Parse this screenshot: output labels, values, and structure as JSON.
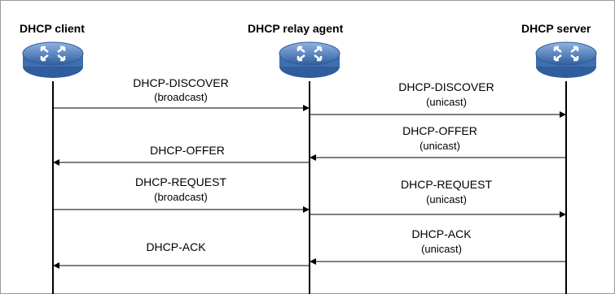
{
  "actors": [
    {
      "id": "client",
      "title": "DHCP client",
      "icon": "router-icon"
    },
    {
      "id": "relay",
      "title": "DHCP relay agent",
      "icon": "router-icon"
    },
    {
      "id": "server",
      "title": "DHCP server",
      "icon": "router-icon"
    }
  ],
  "messages": [
    {
      "from": "client",
      "to": "relay",
      "label": "DHCP-DISCOVER",
      "sub": "(broadcast)"
    },
    {
      "from": "relay",
      "to": "server",
      "label": "DHCP-DISCOVER",
      "sub": "(unicast)"
    },
    {
      "from": "server",
      "to": "relay",
      "label": "DHCP-OFFER",
      "sub": "(unicast)"
    },
    {
      "from": "relay",
      "to": "client",
      "label": "DHCP-OFFER",
      "sub": ""
    },
    {
      "from": "client",
      "to": "relay",
      "label": "DHCP-REQUEST",
      "sub": "(broadcast)"
    },
    {
      "from": "relay",
      "to": "server",
      "label": "DHCP-REQUEST",
      "sub": "(unicast)"
    },
    {
      "from": "server",
      "to": "relay",
      "label": "DHCP-ACK",
      "sub": "(unicast)"
    },
    {
      "from": "relay",
      "to": "client",
      "label": "DHCP-ACK",
      "sub": ""
    }
  ],
  "colors": {
    "icon_body": "#5b87c4",
    "icon_top": "#8fb4e2",
    "icon_dark": "#2f5d9e",
    "line": "#000000"
  }
}
